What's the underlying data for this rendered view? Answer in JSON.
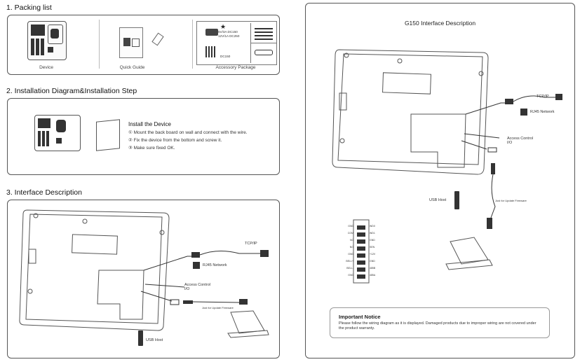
{
  "packing": {
    "title": "1. Packing list",
    "items": [
      {
        "label": "Device"
      },
      {
        "label": "Quick Guide"
      },
      {
        "label": "Accessory Package"
      }
    ],
    "adapter_text": [
      "5V/3A DC150",
      "12V/1A DC250"
    ],
    "model_tag": "DC150"
  },
  "install": {
    "title": "2. Installation Diagram&Installation Step",
    "heading": "Install the Device",
    "steps": [
      "①  Mount the back board on wall and connect with the wire.",
      "②  Fix the device from the bottom and screw it.",
      "③  Make sure fixed OK."
    ]
  },
  "interface": {
    "title": "3. Interface Description",
    "labels": {
      "tcpip": "TCP/IP",
      "rj45": "RJ45 Network",
      "access_control": "Access Control\nI/O",
      "update": "Just for Update Firmware",
      "usb_host": "USB Host"
    }
  },
  "g150": {
    "title": "G150 Interface Description",
    "labels": {
      "tcpip": "TCP/IP",
      "rj45": "RJ45 Network",
      "access_control": "Access Control\nI/O",
      "update": "Just for Update Firmware",
      "usb_host": "USB Host"
    },
    "pins_left": [
      "GND",
      "COM",
      "NC",
      "NO",
      "GND",
      "BELL+",
      "BELL-",
      "GND"
    ],
    "pins_right": [
      "WD0",
      "WD1",
      "GND",
      "SEN",
      "+12V",
      "GND",
      "485B",
      "485A"
    ],
    "notice_title": "Important Notice",
    "notice_text": "Please follow the wiring diagram as it is displayed. Damaged products due to improper wiring are not covered under the product warranty."
  }
}
